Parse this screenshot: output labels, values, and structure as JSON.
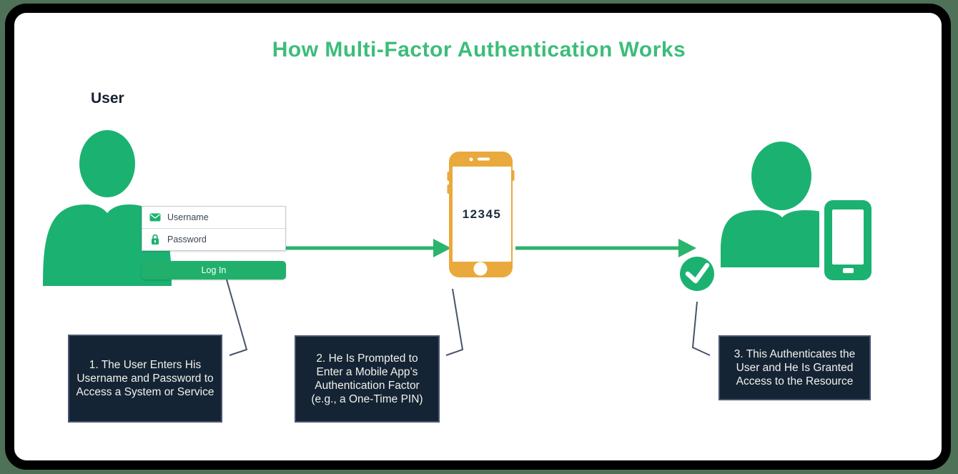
{
  "title": "How Multi-Factor Authentication Works",
  "user_label": "User",
  "login_form": {
    "username_label": "Username",
    "password_label": "Password",
    "login_button_label": "Log In"
  },
  "phone": {
    "pin_code": "12345"
  },
  "steps": [
    {
      "text": "1. The User Enters His Username and Password to Access a System or Service"
    },
    {
      "text": "2. He Is Prompted to Enter a Mobile App’s Authentication Factor (e.g., a One-Time PIN)"
    },
    {
      "text": "3. This Authenticates the User and He Is Granted Access to the Resource"
    }
  ],
  "colors": {
    "brand_green": "#1bb271",
    "title_green": "#3cbd7a",
    "phone_yellow": "#eaa93c",
    "box_navy": "#142434",
    "box_border": "#485571",
    "outer_background": "#4e7157",
    "callout_line": "#47536a",
    "pin_text": "#1d2b3d"
  }
}
